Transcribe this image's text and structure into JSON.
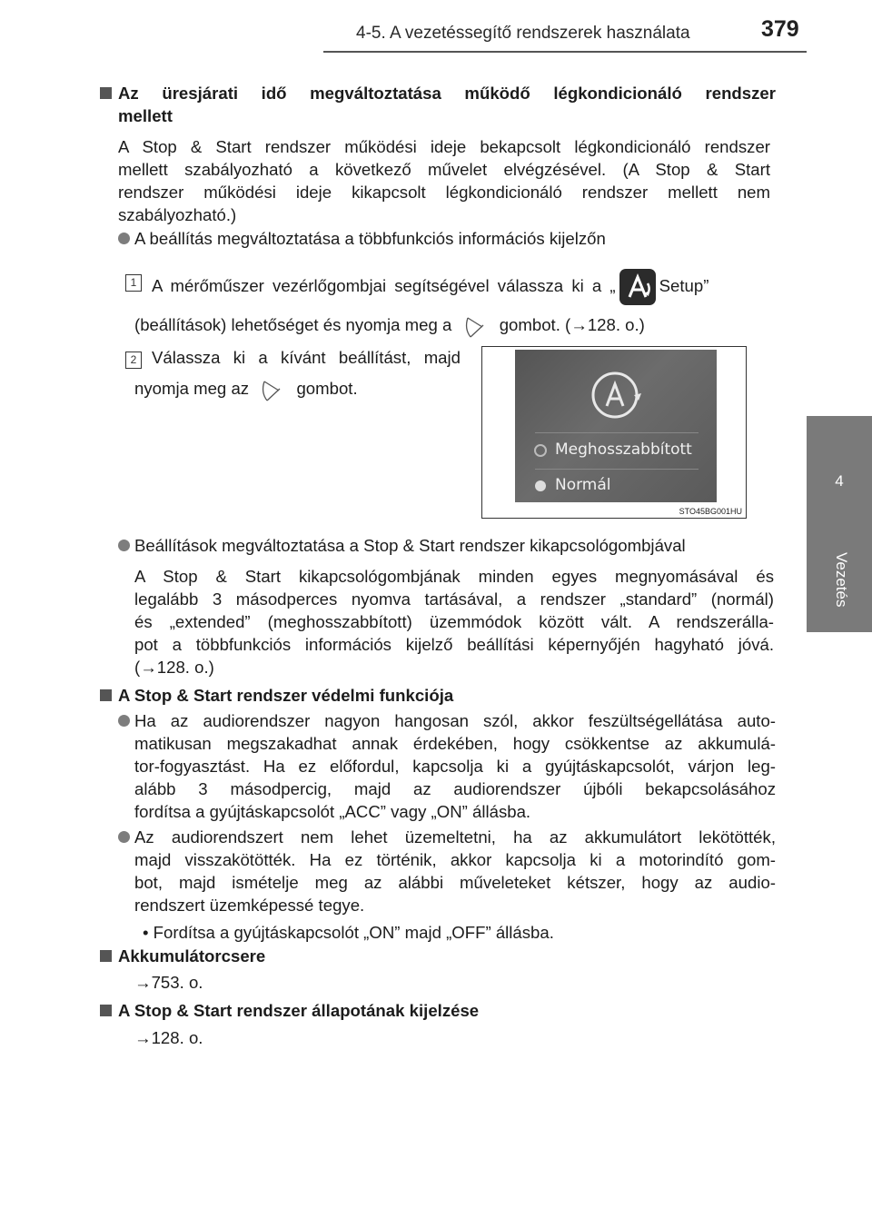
{
  "header": {
    "title": "4-5. A vezetéssegítő rendszerek használata",
    "page_number": "379"
  },
  "side_tab": {
    "number": "4",
    "label": "Vezetés"
  },
  "section1": {
    "heading_line1": "Az üresjárati idő megváltoztatása működő légkondicionáló rendszer",
    "heading_line2": "mellett",
    "intro_lines": [
      "A Stop & Start rendszer működési ideje bekapcsolt légkondicionáló rendszer",
      "mellett szabályozható a következő művelet elvégzésével. (A Stop & Start",
      "rendszer működési ideje kikapcsolt légkondicionáló rendszer mellett nem",
      "szabályozható.)"
    ],
    "bullet1": "A beállítás megváltoztatása a többfunkciós információs kijelzőn",
    "step1": {
      "number": "1",
      "line1_a": "A mérőműszer vezérlőgombjai segítségével válassza ki a „",
      "line1_b": "Setup”",
      "line2_a": "(beállítások) lehetőséget és nyomja meg a",
      "line2_b": "gombot. (→128. o.)"
    },
    "step2": {
      "number": "2",
      "line1": "Válassza ki a kívánt beállítást, majd",
      "line2_a": "nyomja meg az",
      "line2_b": "gombot."
    },
    "screen": {
      "option1": "Meghosszabbított",
      "option2": "Normál",
      "image_code": "STO45BG001HU"
    },
    "bullet2": "Beállítások megváltoztatása a Stop & Start rendszer kikapcsológombjával",
    "bullet2_lines": [
      "A Stop & Start kikapcsológombjának minden egyes megnyomásával és",
      "legalább 3 másodperces nyomva tartásával, a rendszer „standard” (normál)",
      "és „extended” (meghosszabbított) üzemmódok között vált. A rendszerálla-",
      "pot a többfunkciós információs kijelző beállítási képernyőjén hagyható jóvá.",
      "(→128. o.)"
    ]
  },
  "section2": {
    "heading": "A Stop & Start rendszer védelmi funkciója",
    "bullet1_lines": [
      "Ha az audiorendszer nagyon hangosan szól, akkor feszültségellátása auto-",
      "matikusan megszakadhat annak érdekében, hogy csökkentse az akkumulá-",
      "tor-fogyasztást. Ha ez előfordul, kapcsolja ki a gyújtáskapcsolót, várjon leg-",
      "alább 3 másodpercig, majd az audiorendszer újbóli bekapcsolásához",
      "fordítsa a gyújtáskapcsolót „ACC” vagy „ON” állásba."
    ],
    "bullet2_lines": [
      "Az audiorendszert nem lehet üzemeltetni, ha az akkumulátort lekötötték,",
      "majd visszakötötték. Ha ez történik, akkor kapcsolja ki a motorindító gom-",
      "bot, majd ismételje meg az alábbi műveleteket kétszer, hogy az audio-",
      "rendszert üzemképessé tegye."
    ],
    "sub_bullet": "• Fordítsa a gyújtáskapcsolót „ON” majd „OFF” állásba."
  },
  "section3": {
    "heading": "Akkumulátorcsere",
    "ref": "→753. o."
  },
  "section4": {
    "heading": "A Stop & Start rendszer állapotának kijelzése",
    "ref": "→128. o."
  }
}
